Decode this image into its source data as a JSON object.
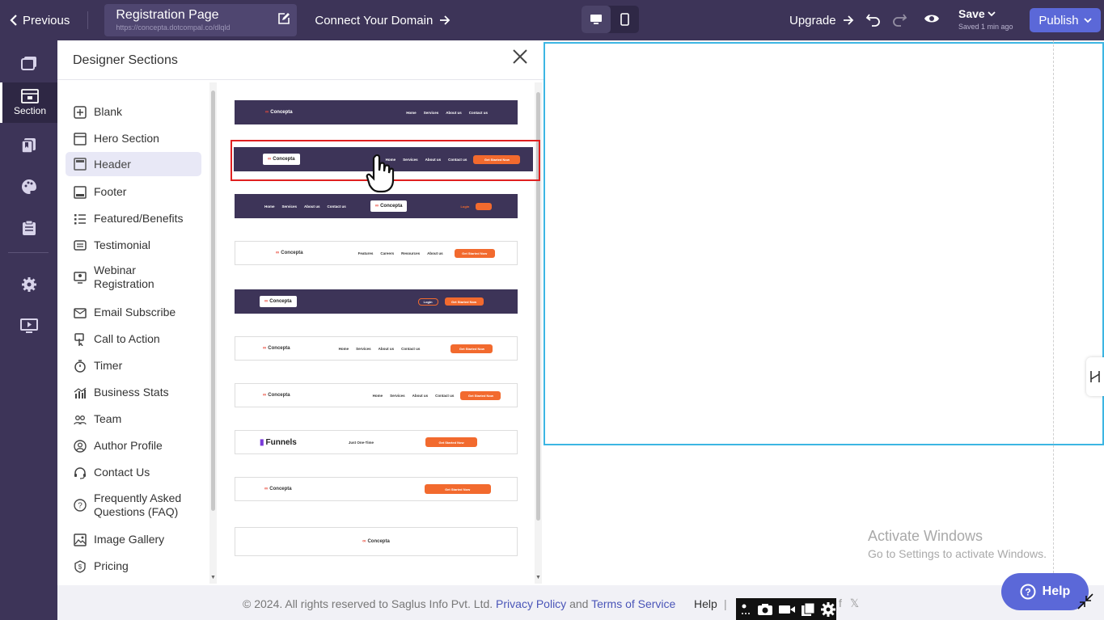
{
  "topbar": {
    "previous_label": "Previous",
    "page_name": "Registration Page",
    "page_url": "https://concepta.dotcompal.co/dlqld",
    "connect_domain": "Connect Your Domain",
    "upgrade": "Upgrade",
    "save": "Save",
    "saved_status": "Saved 1 min ago",
    "publish": "Publish"
  },
  "left_sidebar": {
    "active_label": "Section"
  },
  "panel": {
    "title": "Designer Sections",
    "categories": [
      {
        "label": "Blank",
        "icon": "plus-square-icon"
      },
      {
        "label": "Hero Section",
        "icon": "layout-icon"
      },
      {
        "label": "Header",
        "icon": "header-icon",
        "active": true
      },
      {
        "label": "Footer",
        "icon": "footer-icon"
      },
      {
        "label": "Featured/Benefits",
        "icon": "list-icon"
      },
      {
        "label": "Testimonial",
        "icon": "testimonial-icon"
      },
      {
        "label": "Webinar Registration",
        "line1": "Webinar",
        "line2": "Registration",
        "icon": "webinar-icon"
      },
      {
        "label": "Email Subscribe",
        "icon": "email-icon"
      },
      {
        "label": "Call to Action",
        "icon": "cta-icon"
      },
      {
        "label": "Timer",
        "icon": "timer-icon"
      },
      {
        "label": "Business Stats",
        "icon": "stats-icon"
      },
      {
        "label": "Team",
        "icon": "team-icon"
      },
      {
        "label": "Author Profile",
        "icon": "user-icon"
      },
      {
        "label": "Contact Us",
        "icon": "headset-icon"
      },
      {
        "label": "Frequently Asked Questions (FAQ)",
        "line1": "Frequently Asked",
        "line2": "Questions (FAQ)",
        "icon": "faq-icon"
      },
      {
        "label": "Image Gallery",
        "icon": "image-icon"
      },
      {
        "label": "Pricing",
        "icon": "pricing-icon"
      }
    ],
    "templates": {
      "logo": "Concepta",
      "funnels_logo": "Funnels",
      "nav": [
        "Home",
        "Services",
        "About us",
        "Contact us"
      ],
      "nav_alt": [
        "Features",
        "Careers",
        "Resources"
      ],
      "login": "Login",
      "cta": "Get Started Now",
      "funnels_tagline": "Just One-Time"
    }
  },
  "canvas": {
    "watermark_title": "Activate Windows",
    "watermark_sub": "Go to Settings to activate Windows."
  },
  "footer": {
    "copyright": "© 2024. All rights reserved to Saglus Info Pvt. Ltd.",
    "privacy": "Privacy Policy",
    "and": "and",
    "terms": "Terms of Service",
    "help": "Help",
    "pipe": "|"
  },
  "help_button": "Help",
  "colors": {
    "topbar": "#3d3458",
    "accent": "#5b68d8",
    "highlight": "#e02020",
    "cta": "#f26a2e"
  }
}
